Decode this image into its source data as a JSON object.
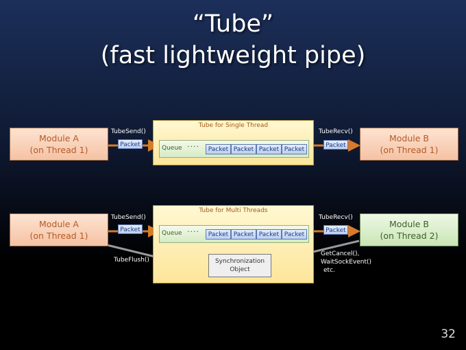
{
  "slide": {
    "title_line1": "“Tube”",
    "title_line2": "(fast lightweight pipe)",
    "page_number": "32"
  },
  "single": {
    "module_a": {
      "name": "Module A",
      "thread": "(on Thread 1)"
    },
    "module_b": {
      "name": "Module B",
      "thread": "(on Thread 1)"
    },
    "tube_label": "Tube for Single Thread",
    "send_label": "TubeSend()",
    "recv_label": "TubeRecv()",
    "queue_label": "Queue",
    "dots": "····",
    "packet_label": "Packet",
    "queue_packets": [
      "Packet",
      "Packet",
      "Packet",
      "Packet"
    ]
  },
  "multi": {
    "module_a": {
      "name": "Module A",
      "thread": "(on Thread 1)"
    },
    "module_b": {
      "name": "Module B",
      "thread": "(on Thread 2)"
    },
    "tube_label": "Tube for Multi Threads",
    "send_label": "TubeSend()",
    "recv_label": "TubeRecv()",
    "queue_label": "Queue",
    "dots": "····",
    "packet_label": "Packet",
    "queue_packets": [
      "Packet",
      "Packet",
      "Packet",
      "Packet"
    ],
    "flush_label": "TubeFlush()",
    "sync_line1": "Synchronization",
    "sync_line2": "Object",
    "wait_lines": [
      "GetCancel(),",
      "WaitSockEvent()",
      "etc."
    ]
  },
  "colors": {
    "arrow": "#d87a2a",
    "gray_arrow": "#9a9a9a",
    "module_a": "#f5c2a4",
    "module_b": "#c9e6b4",
    "tube": "#fde59a",
    "packet": "#bcd0f2"
  }
}
